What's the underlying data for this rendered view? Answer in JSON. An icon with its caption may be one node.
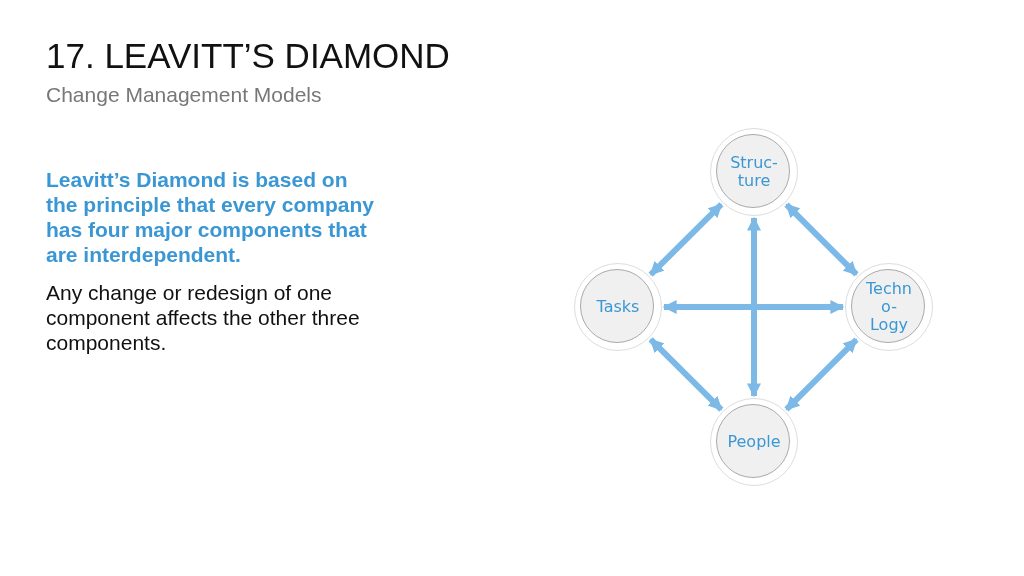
{
  "diagram": {
    "title": "17. LEAVITT’S DIAMOND",
    "nodes": [
      {
        "text": [
          "Struc- ture"
        ]
      },
      {
        "text": [
          "Tasks"
        ]
      },
      {
        "text": [
          "Techn o- Logy"
        ]
      },
      {
        "text": [
          "People"
        ]
      }
    ],
    "edges": [
      {
        "from": 0,
        "to": 1,
        "arrow": "both"
      },
      {
        "from": 0,
        "to": 2,
        "arrow": "both"
      },
      {
        "from": 1,
        "to": 2,
        "arrow": "both"
      },
      {
        "from": 0,
        "to": 3,
        "arrow": "both"
      },
      {
        "from": 1,
        "to": 3,
        "arrow": "both"
      },
      {
        "from": 2,
        "to": 3,
        "arrow": "both"
      }
    ],
    "labels": [
      "Change Management Models",
      "Leavitt’s Diamond is based on the principle that every company has four major components that are interdependent.",
      "Any change or redesign of one component affects the other three components."
    ]
  }
}
